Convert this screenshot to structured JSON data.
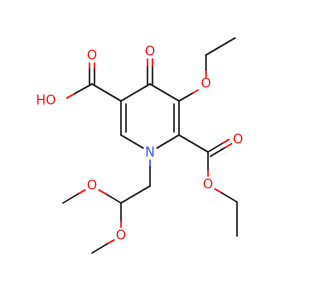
{
  "colors": {
    "carbon": "#1a1a1a",
    "oxygen": "#ff0d0d",
    "nitrogen": "#3050f8"
  },
  "atoms": {
    "o_ketone": "O",
    "o_acid_carbonyl": "O",
    "o_acid_hydroxyl": "HO",
    "o_ethoxy": "O",
    "n_ring": "N",
    "o_ester_carbonyl": "O",
    "o_ester_alkoxy": "O",
    "o_methoxy_upper": "O",
    "o_methoxy_lower": "O"
  }
}
